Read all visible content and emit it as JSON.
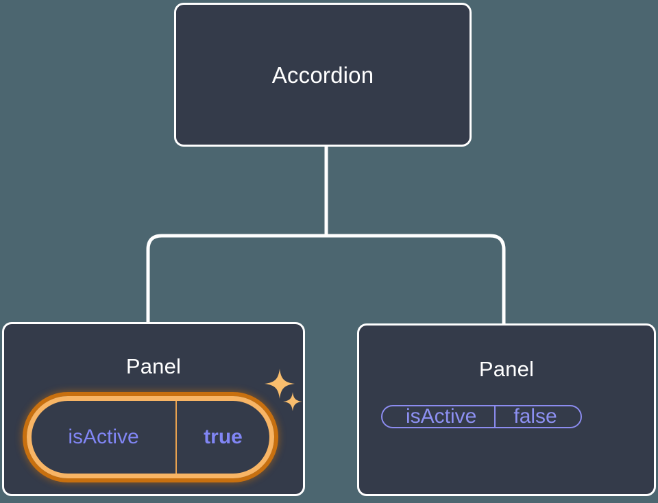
{
  "canvas": {
    "background_color": "#4c6670",
    "node_fill_color": "#343b4a",
    "node_border_color": "#ffffff",
    "connector_color": "#ffffff",
    "accent_highlight_color": "#c8700f",
    "accent_highlight_inner_color": "#f8b565",
    "prop_color": "#8d90f2",
    "sparkle_color": "#f9be6e"
  },
  "tree": {
    "root": {
      "title": "Accordion"
    },
    "children": [
      {
        "title": "Panel",
        "highlighted": true,
        "prop": {
          "key": "isActive",
          "value": "true"
        }
      },
      {
        "title": "Panel",
        "highlighted": false,
        "prop": {
          "key": "isActive",
          "value": "false"
        }
      }
    ]
  },
  "icons": {
    "sparkle_large": "sparkle-icon",
    "sparkle_small": "sparkle-icon"
  }
}
